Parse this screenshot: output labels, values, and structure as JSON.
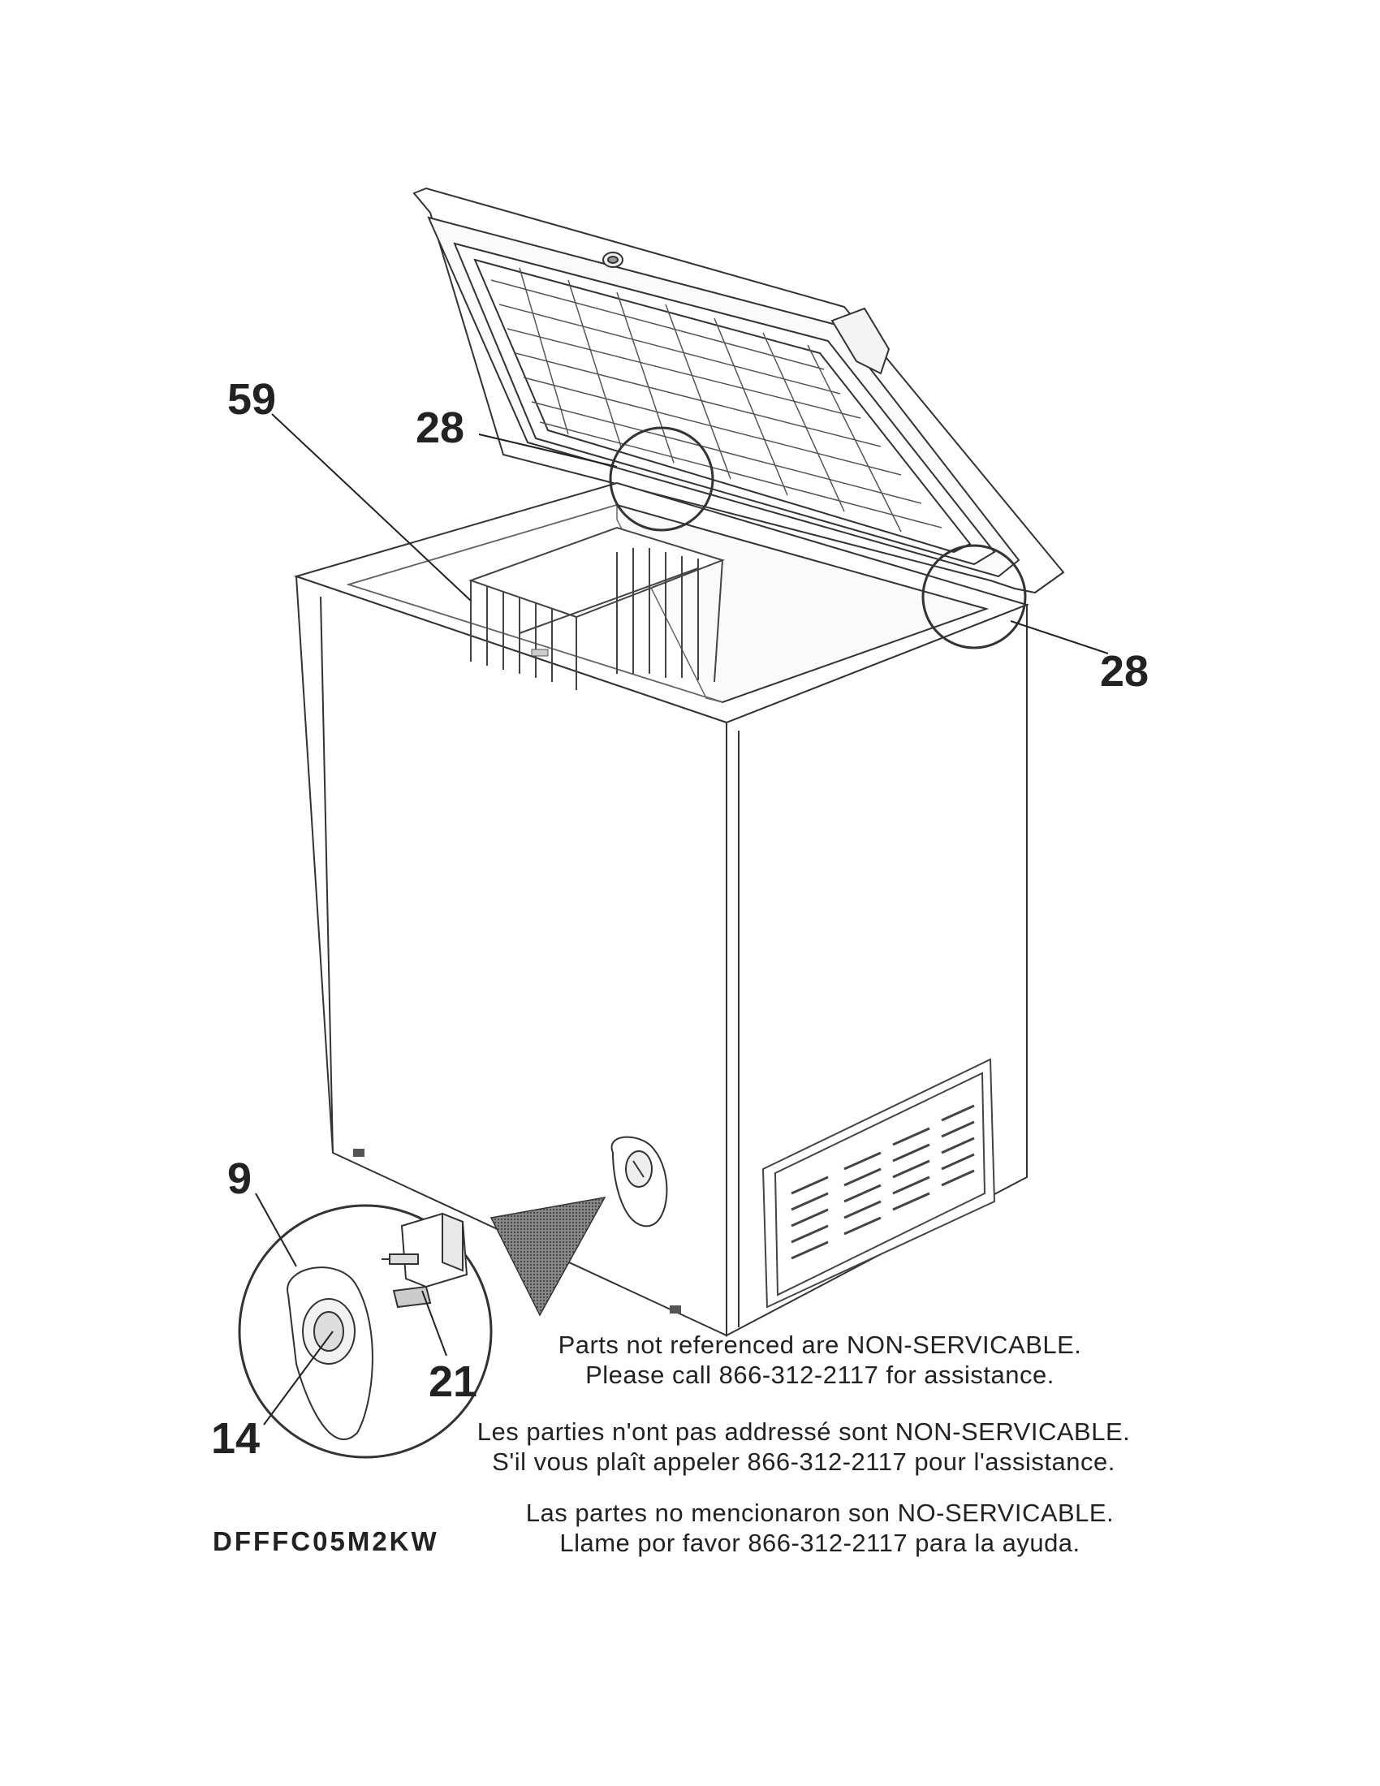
{
  "callouts": {
    "c59": "59",
    "c28a": "28",
    "c28b": "28",
    "c9": "9",
    "c14": "14",
    "c21": "21"
  },
  "model_number": "DFFFC05M2KW",
  "notes": {
    "english": [
      "Parts not referenced are NON-SERVICABLE.",
      "Please call 866-312-2117 for assistance."
    ],
    "french": [
      "Les parties n'ont pas addressé sont NON-SERVICABLE.",
      "S'il vous plaît appeler 866-312-2117 pour l'assistance."
    ],
    "spanish": [
      "Las partes no mencionaron son NO-SERVICABLE.",
      "Llame por favor 866-312-2117 para la ayuda."
    ]
  },
  "colors": {
    "line": "#333333",
    "fill": "#ffffff",
    "shade": "#555555"
  }
}
